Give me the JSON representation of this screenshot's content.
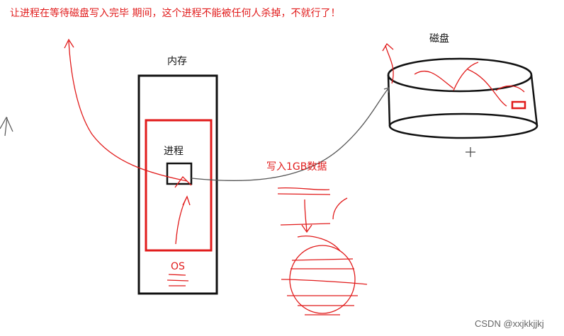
{
  "labels": {
    "top_note": "让进程在等待磁盘写入完毕 期间，这个进程不能被任何人杀掉，不就行了！",
    "memory": "内存",
    "process": "进程",
    "os": "OS",
    "disk": "磁盘",
    "write": "写入1GB数据",
    "watermark": "CSDN @xxjkkjjkj"
  },
  "colors": {
    "ink": "#111111",
    "pen_red": "#e11b1b",
    "thin_line": "#555555"
  }
}
